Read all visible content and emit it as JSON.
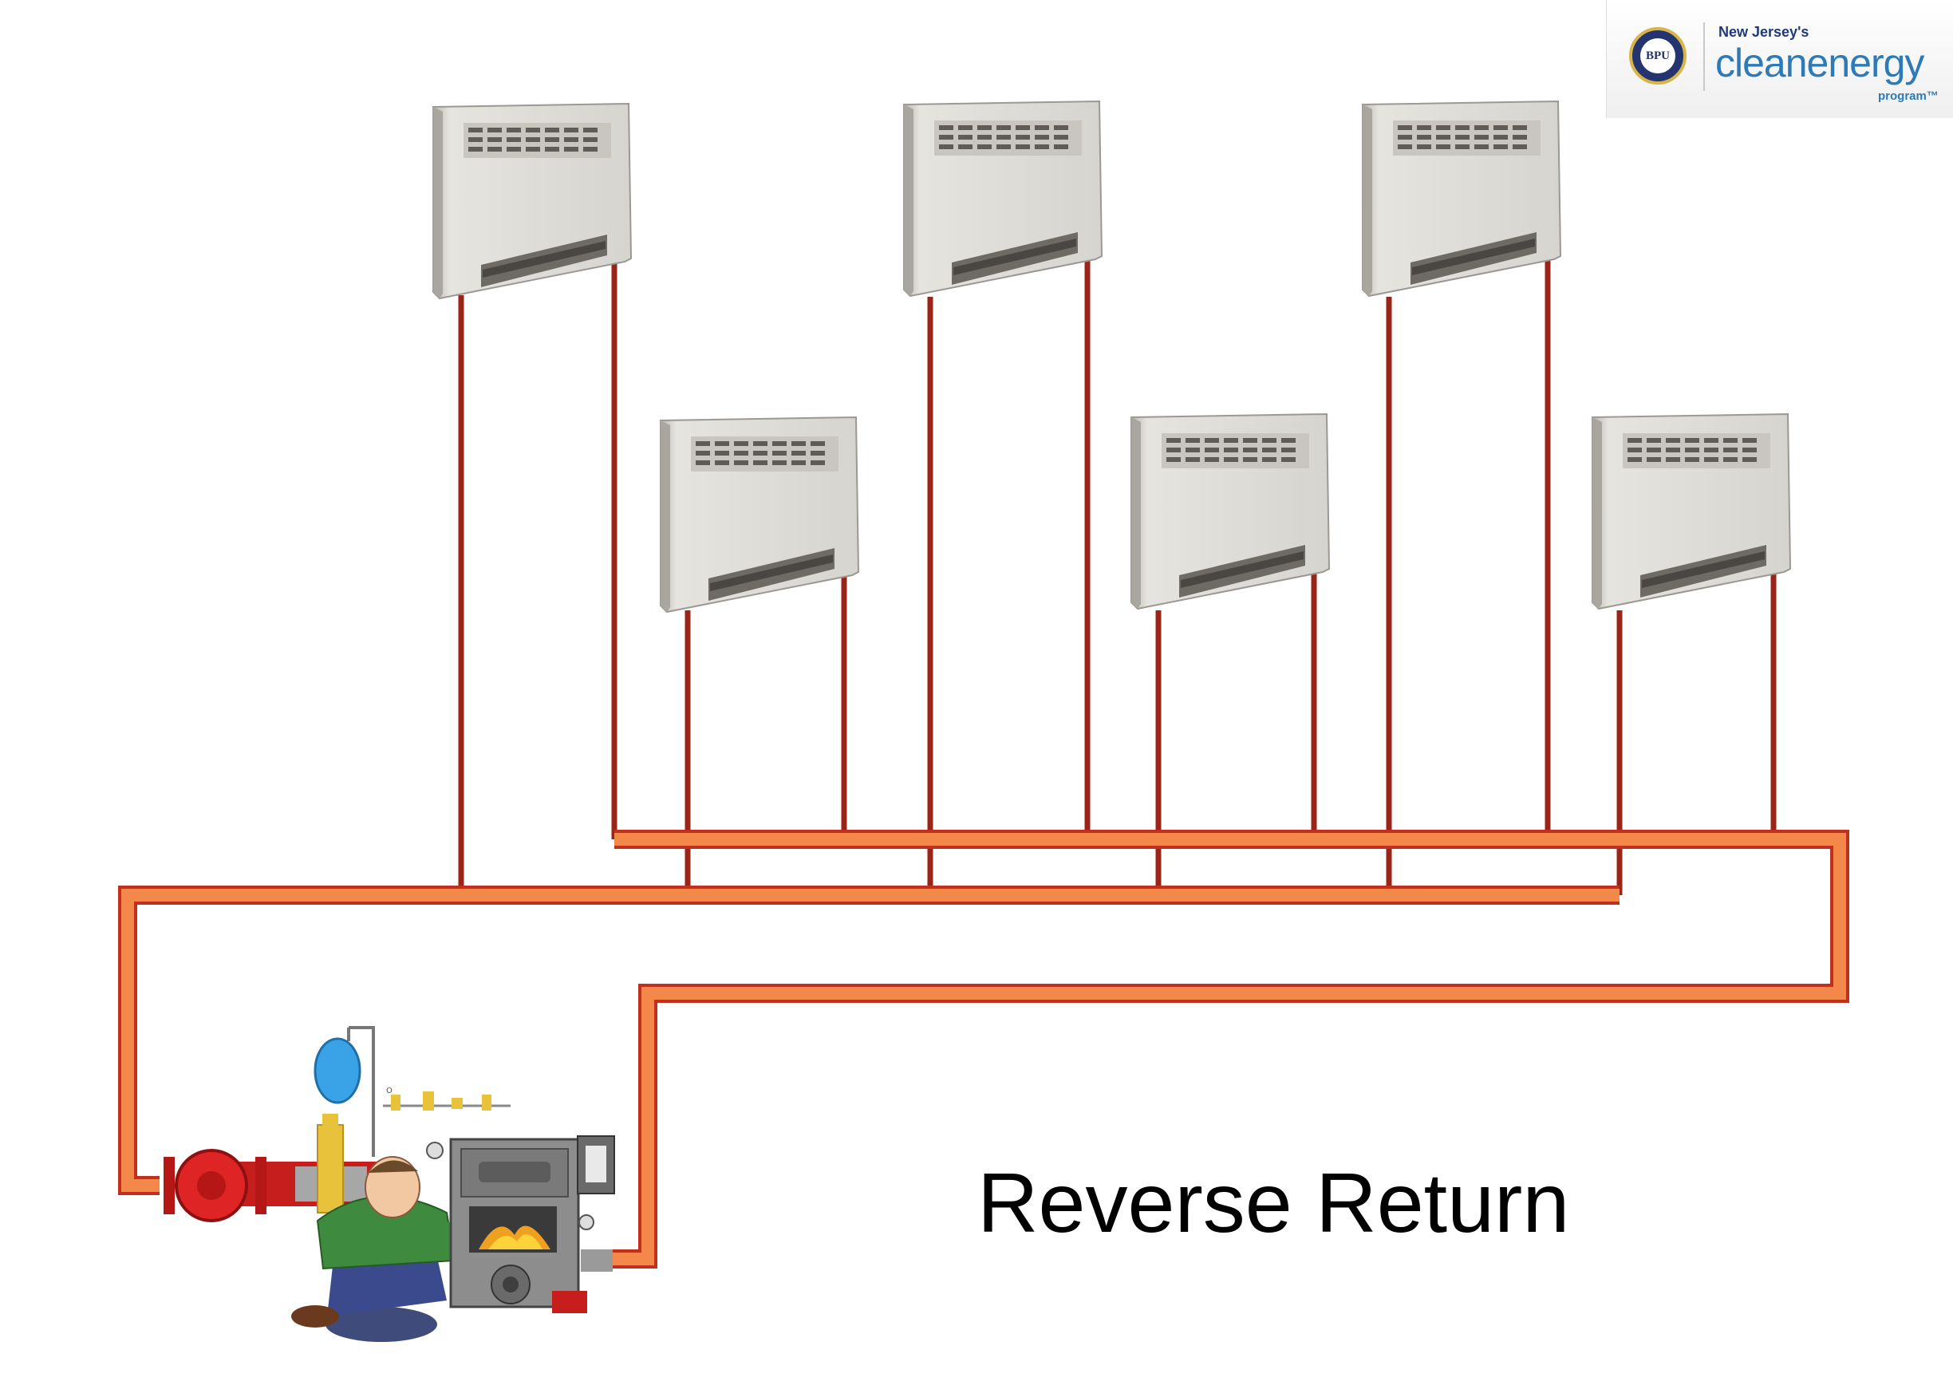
{
  "caption": "Reverse Return",
  "logo": {
    "seal_text": "BPU",
    "state_line": "New Jersey's",
    "brand": "cleanenergy",
    "tagline": "program™"
  },
  "colors": {
    "supply_pipe": "#f4874a",
    "pipe_outline": "#c0301c",
    "riser": "#9a2418",
    "radiator_face": "#e3e1dc",
    "pump": "#d81e1e",
    "valve": "#e8c23a"
  },
  "icons": [
    "radiator-icon",
    "boiler-icon",
    "circulator-pump-icon",
    "expansion-tank-icon",
    "technician-icon",
    "bpu-seal-icon"
  ]
}
